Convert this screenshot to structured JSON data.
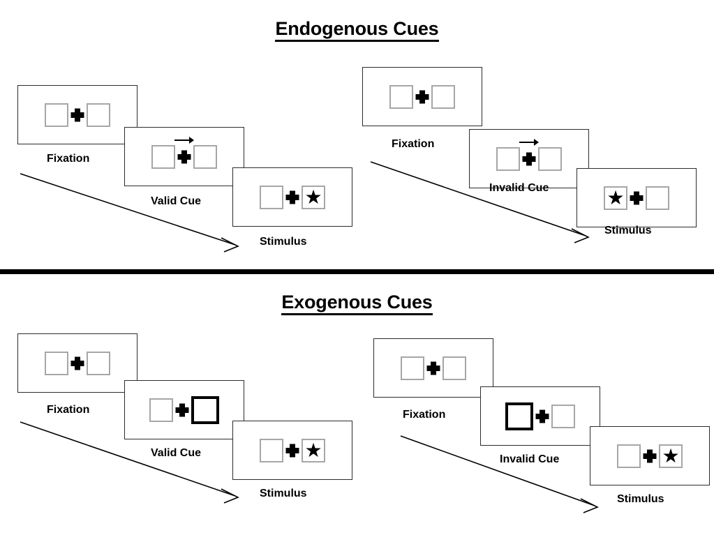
{
  "figure": {
    "type": "posner-cueing-paradigm-diagram",
    "sections": [
      {
        "id": "endogenous",
        "title": "Endogenous Cues",
        "cue_type": "central-arrow",
        "panels": [
          {
            "id": "endogenous-valid",
            "condition": "valid",
            "steps": [
              {
                "caption": "Fixation",
                "left_box": "empty",
                "right_box": "empty",
                "center": "fixation-cross",
                "cue": "none"
              },
              {
                "caption": "Valid Cue",
                "left_box": "empty",
                "right_box": "empty",
                "center": "fixation-cross",
                "cue": "arrow-right"
              },
              {
                "caption": "Stimulus",
                "left_box": "empty",
                "right_box": "star",
                "center": "fixation-cross",
                "cue": "none"
              }
            ]
          },
          {
            "id": "endogenous-invalid",
            "condition": "invalid",
            "steps": [
              {
                "caption": "Fixation",
                "left_box": "empty",
                "right_box": "empty",
                "center": "fixation-cross",
                "cue": "none"
              },
              {
                "caption": "Invalid Cue",
                "left_box": "empty",
                "right_box": "empty",
                "center": "fixation-cross",
                "cue": "arrow-right"
              },
              {
                "caption": "Stimulus",
                "left_box": "star",
                "right_box": "empty",
                "center": "fixation-cross",
                "cue": "none"
              }
            ]
          }
        ]
      },
      {
        "id": "exogenous",
        "title": "Exogenous Cues",
        "cue_type": "peripheral-box-flash",
        "panels": [
          {
            "id": "exogenous-valid",
            "condition": "valid",
            "steps": [
              {
                "caption": "Fixation",
                "left_box": "empty",
                "right_box": "empty",
                "center": "fixation-cross",
                "cue": "none"
              },
              {
                "caption": "Valid Cue",
                "left_box": "empty",
                "right_box": "highlighted",
                "center": "fixation-cross",
                "cue": "box-right"
              },
              {
                "caption": "Stimulus",
                "left_box": "empty",
                "right_box": "star",
                "center": "fixation-cross",
                "cue": "none"
              }
            ]
          },
          {
            "id": "exogenous-invalid",
            "condition": "invalid",
            "steps": [
              {
                "caption": "Fixation",
                "left_box": "empty",
                "right_box": "empty",
                "center": "fixation-cross",
                "cue": "none"
              },
              {
                "caption": "Invalid Cue",
                "left_box": "highlighted",
                "right_box": "empty",
                "center": "fixation-cross",
                "cue": "box-left"
              },
              {
                "caption": "Stimulus",
                "left_box": "empty",
                "right_box": "star",
                "center": "fixation-cross",
                "cue": "none"
              }
            ]
          }
        ]
      }
    ]
  },
  "glyphs": {
    "star": "★"
  },
  "colors": {
    "frame_border": "#2b2b2b",
    "box_border": "#a6a6a6",
    "cued_box_border": "#000000",
    "ink": "#000000",
    "background": "#ffffff"
  },
  "endogenous": {
    "title": "Endogenous Cues",
    "valid": {
      "step1_caption": "Fixation",
      "step2_caption": "Valid Cue",
      "step3_caption": "Stimulus"
    },
    "invalid": {
      "step1_caption": "Fixation",
      "step2_caption": "Invalid Cue",
      "step3_caption": "Stimulus"
    }
  },
  "exogenous": {
    "title": "Exogenous Cues",
    "valid": {
      "step1_caption": "Fixation",
      "step2_caption": "Valid Cue",
      "step3_caption": "Stimulus"
    },
    "invalid": {
      "step1_caption": "Fixation",
      "step2_caption": "Invalid Cue",
      "step3_caption": "Stimulus"
    }
  }
}
